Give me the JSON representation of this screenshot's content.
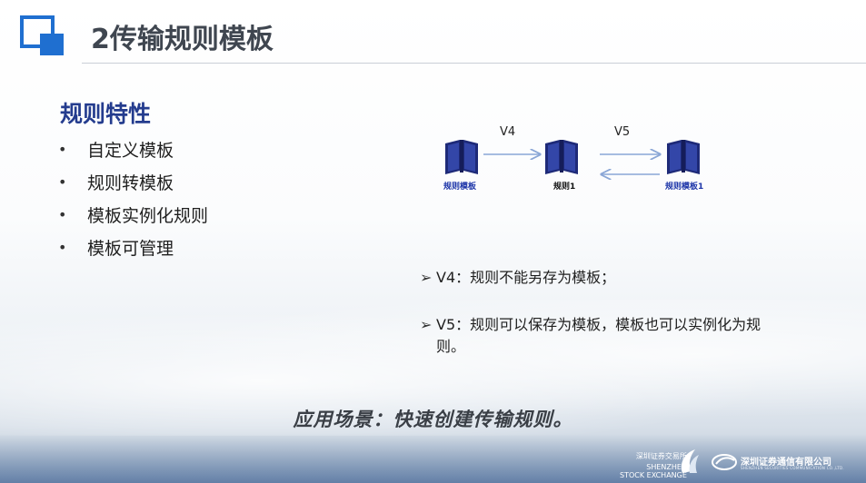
{
  "slide": {
    "title": "2传输规则模板",
    "section_heading": "规则特性",
    "features": [
      "自定义模板",
      "规则转模板",
      "模板实例化规则",
      "模板可管理"
    ],
    "bullet_glyph": "•"
  },
  "diagram": {
    "books": [
      {
        "label": "规则模板",
        "label_color": "#1c34a8"
      },
      {
        "label": "规则1",
        "label_color": "#111111"
      },
      {
        "label": "规则模板1",
        "label_color": "#1c34a8"
      }
    ],
    "versions": [
      "V4",
      "V5"
    ],
    "book_color": "#1e2a78",
    "arrow_color": "#8aa6d6"
  },
  "notes": {
    "arrow_glyph": "➢",
    "items": [
      {
        "text": "V4：规则不能另存为模板；"
      },
      {
        "text": "V5：规则可以保存为模板，模板也可以实例化为规则。"
      }
    ]
  },
  "scenario": "应用场景：快速创建传输规则。",
  "footer": {
    "szse_cn": "深圳证券交易所",
    "szse_en_1": "SHENZHEN",
    "szse_en_2": "STOCK EXCHANGE",
    "sscc_cn": "深圳证券通信有限公司",
    "sscc_en": "SHENZHEN SECURITIES COMMUNICATION CO.,LTD."
  },
  "colors": {
    "accent_blue": "#1f6fd0",
    "heading_blue": "#243c8e",
    "title_gray": "#3f4650"
  }
}
